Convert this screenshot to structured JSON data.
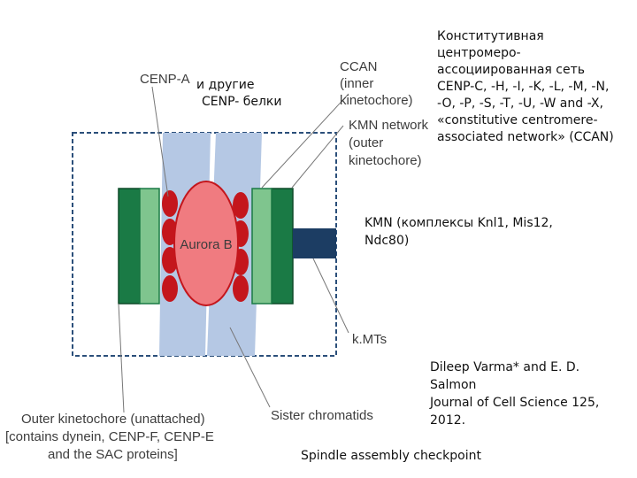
{
  "labels": {
    "cenp_a": "CENP-A",
    "ccan_1": "CCAN",
    "ccan_2": "(inner",
    "ccan_3": "kinetochore)",
    "kmn_1": "KMN network",
    "kmn_2": "(outer",
    "kmn_3": "kinetochore)",
    "aurora_b": "Aurora B",
    "kmts": "k.MTs",
    "outer_1": "Outer kinetochore (unattached)",
    "outer_2": "[contains dynein, CENP-F, CENP-E",
    "outer_3": "and the SAC proteins]",
    "sister": "Sister chromatids"
  },
  "annotations": {
    "other_cenp_1": "и другие",
    "other_cenp_2": "CENP- белки",
    "ccan_ru": [
      "Конститутивная",
      "центромеро-",
      "ассоциированная сеть",
      "CENP-C, -H, -I, -K, -L, -M, -N,",
      "-O, -P, -S, -T, -U, -W and -X,",
      "«constitutive centromere-",
      "associated network» (CCAN)"
    ],
    "kmn_ru": [
      "KMN (комплексы Knl1, Mis12,",
      "Ndc80)"
    ],
    "citation": [
      "Dileep Varma* and E. D.",
      "Salmon",
      "Journal of Cell Science 125,",
      "2012."
    ],
    "bottom": "Spindle assembly checkpoint"
  },
  "colors": {
    "chromatid": "#b5c8e4",
    "aurora": "#f07b80",
    "red_dot": "#c4161c",
    "dark_green": "#1a7a45",
    "light_green": "#7fc58e",
    "kmt": "#1c3d63",
    "frame": "#2b4f7a"
  }
}
